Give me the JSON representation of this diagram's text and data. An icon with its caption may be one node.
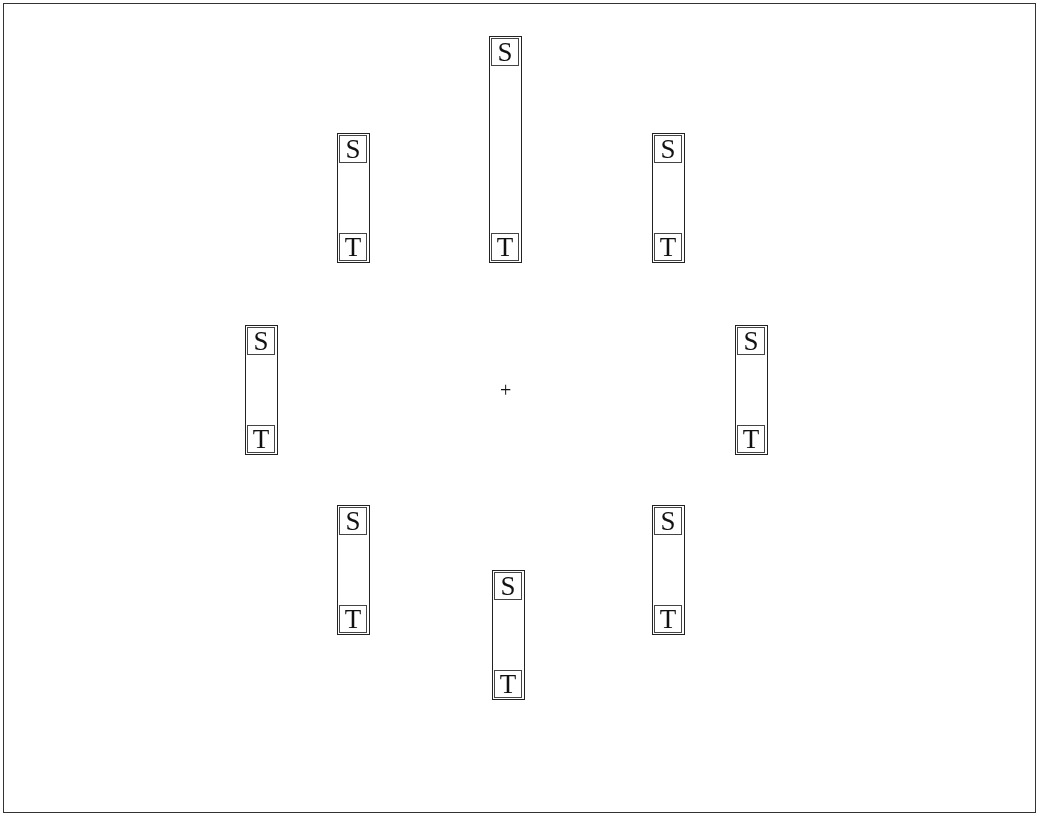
{
  "diagram": {
    "nodes": [
      {
        "text": [
          "S",
          "T"
        ]
      },
      {
        "text": [
          "S",
          "T"
        ]
      },
      {
        "text": [
          "S",
          "T"
        ]
      },
      {
        "text": [
          "S",
          "T"
        ]
      },
      {
        "text": [
          "S",
          "T"
        ]
      },
      {
        "text": [
          "S",
          "T"
        ]
      },
      {
        "text": [
          "S",
          "T"
        ]
      },
      {
        "text": [
          "S",
          "T"
        ]
      }
    ],
    "labels": [
      "+"
    ]
  }
}
